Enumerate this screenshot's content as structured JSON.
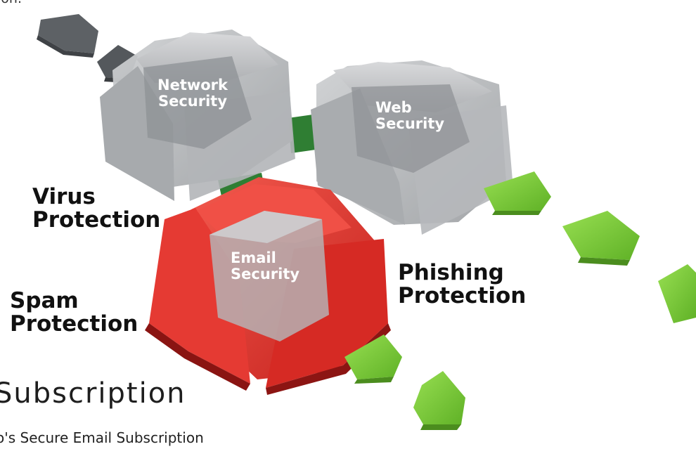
{
  "intro": {
    "text": "ion."
  },
  "hexagons": {
    "network": {
      "line1": "Network",
      "line2": "Security"
    },
    "web": {
      "line1": "Web",
      "line2": "Security"
    },
    "email": {
      "line1": "Email",
      "line2": "Security"
    }
  },
  "features": {
    "virus": {
      "line1": "Virus",
      "line2": "Protection"
    },
    "spam": {
      "line1": "Spam",
      "line2": "Protection"
    },
    "phishing": {
      "line1": "Phishing",
      "line2": "Protection"
    }
  },
  "subscription": {
    "title": "Subscription",
    "description": "o's Secure Email Subscription"
  },
  "colors": {
    "gray_block": "#b9bbbd",
    "red_block": "#e8342f",
    "green_arrow": "#7ccd3a",
    "dark_green_connector": "#2e7d32",
    "dark_gray_arrow": "#5a5e62"
  },
  "icons": [
    "network-hexagon",
    "web-hexagon",
    "email-hexagon",
    "green-arrow",
    "dark-arrow"
  ]
}
